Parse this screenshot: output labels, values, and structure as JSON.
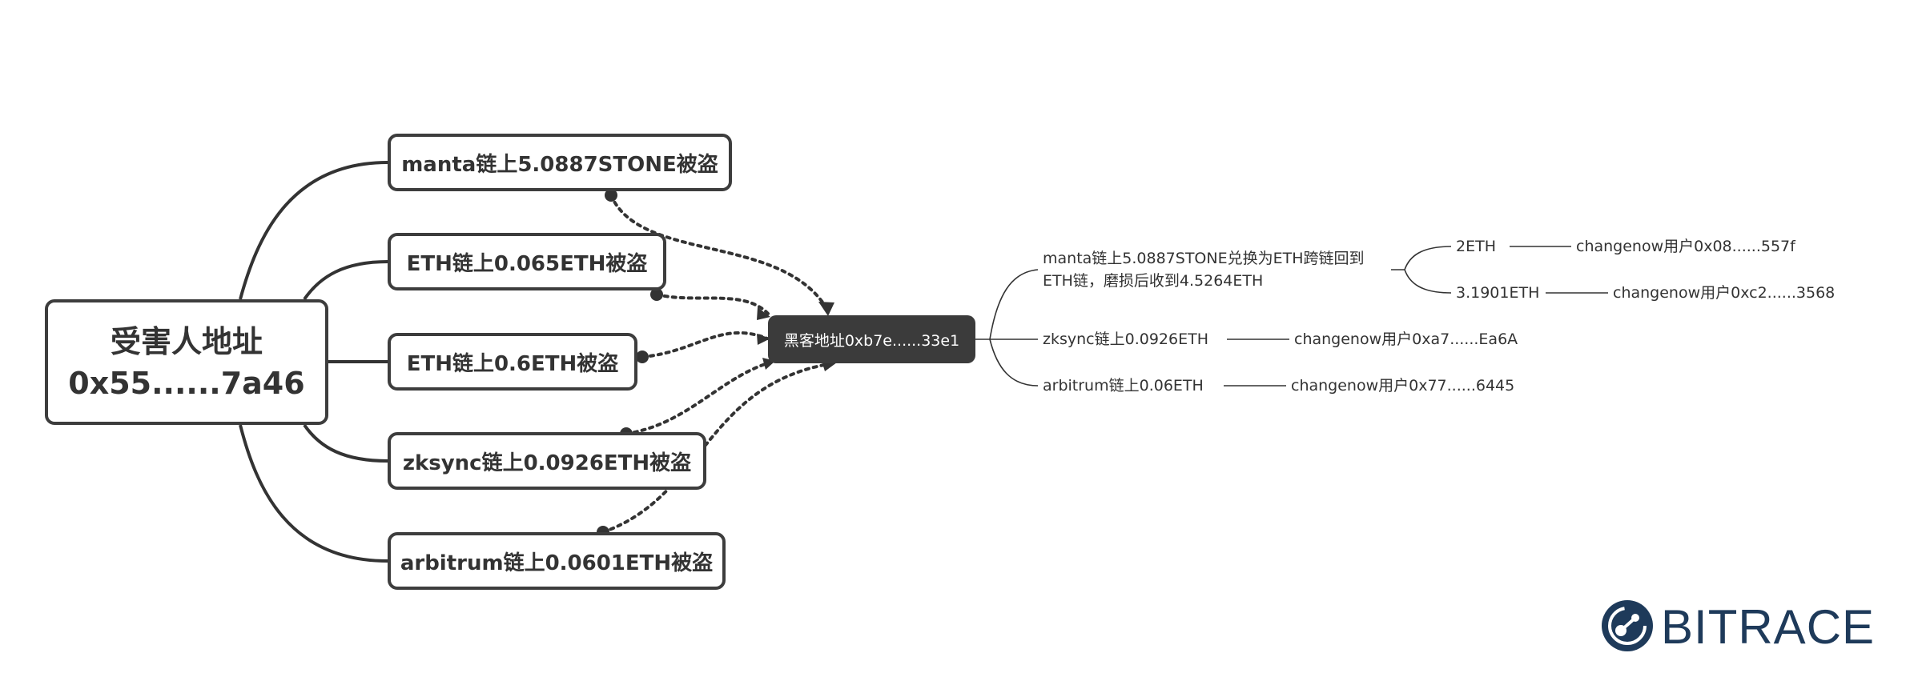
{
  "victim": {
    "line1": "受害人地址",
    "line2": "0x55......7a46"
  },
  "sources": [
    {
      "label": "manta链上5.0887STONE被盗"
    },
    {
      "label": "ETH链上0.065ETH被盗"
    },
    {
      "label": "ETH链上0.6ETH被盗"
    },
    {
      "label": "zksync链上0.0926ETH被盗"
    },
    {
      "label": "arbitrum链上0.0601ETH被盗"
    }
  ],
  "hacker": {
    "label": "黑客地址0xb7e......33e1"
  },
  "flows": {
    "manta": {
      "line1": "manta链上5.0887STONE兑换为ETH跨链回到",
      "line2": "ETH链，磨损后收到4.5264ETH",
      "splits": [
        {
          "amount": "2ETH",
          "dest": "changenow用户0x08......557f"
        },
        {
          "amount": "3.1901ETH",
          "dest": "changenow用户0xc2......3568"
        }
      ]
    },
    "zksync": {
      "label": "zksync链上0.0926ETH",
      "dest": "changenow用户0xa7......Ea6A"
    },
    "arbitrum": {
      "label": "arbitrum链上0.06ETH",
      "dest": "changenow用户0x77......6445"
    }
  },
  "logo": {
    "text": "BITRACE"
  },
  "colors": {
    "line": "#3d3d3d",
    "hacker_fill": "#3b3b3b",
    "logo_blue": "#1e3a5a"
  }
}
